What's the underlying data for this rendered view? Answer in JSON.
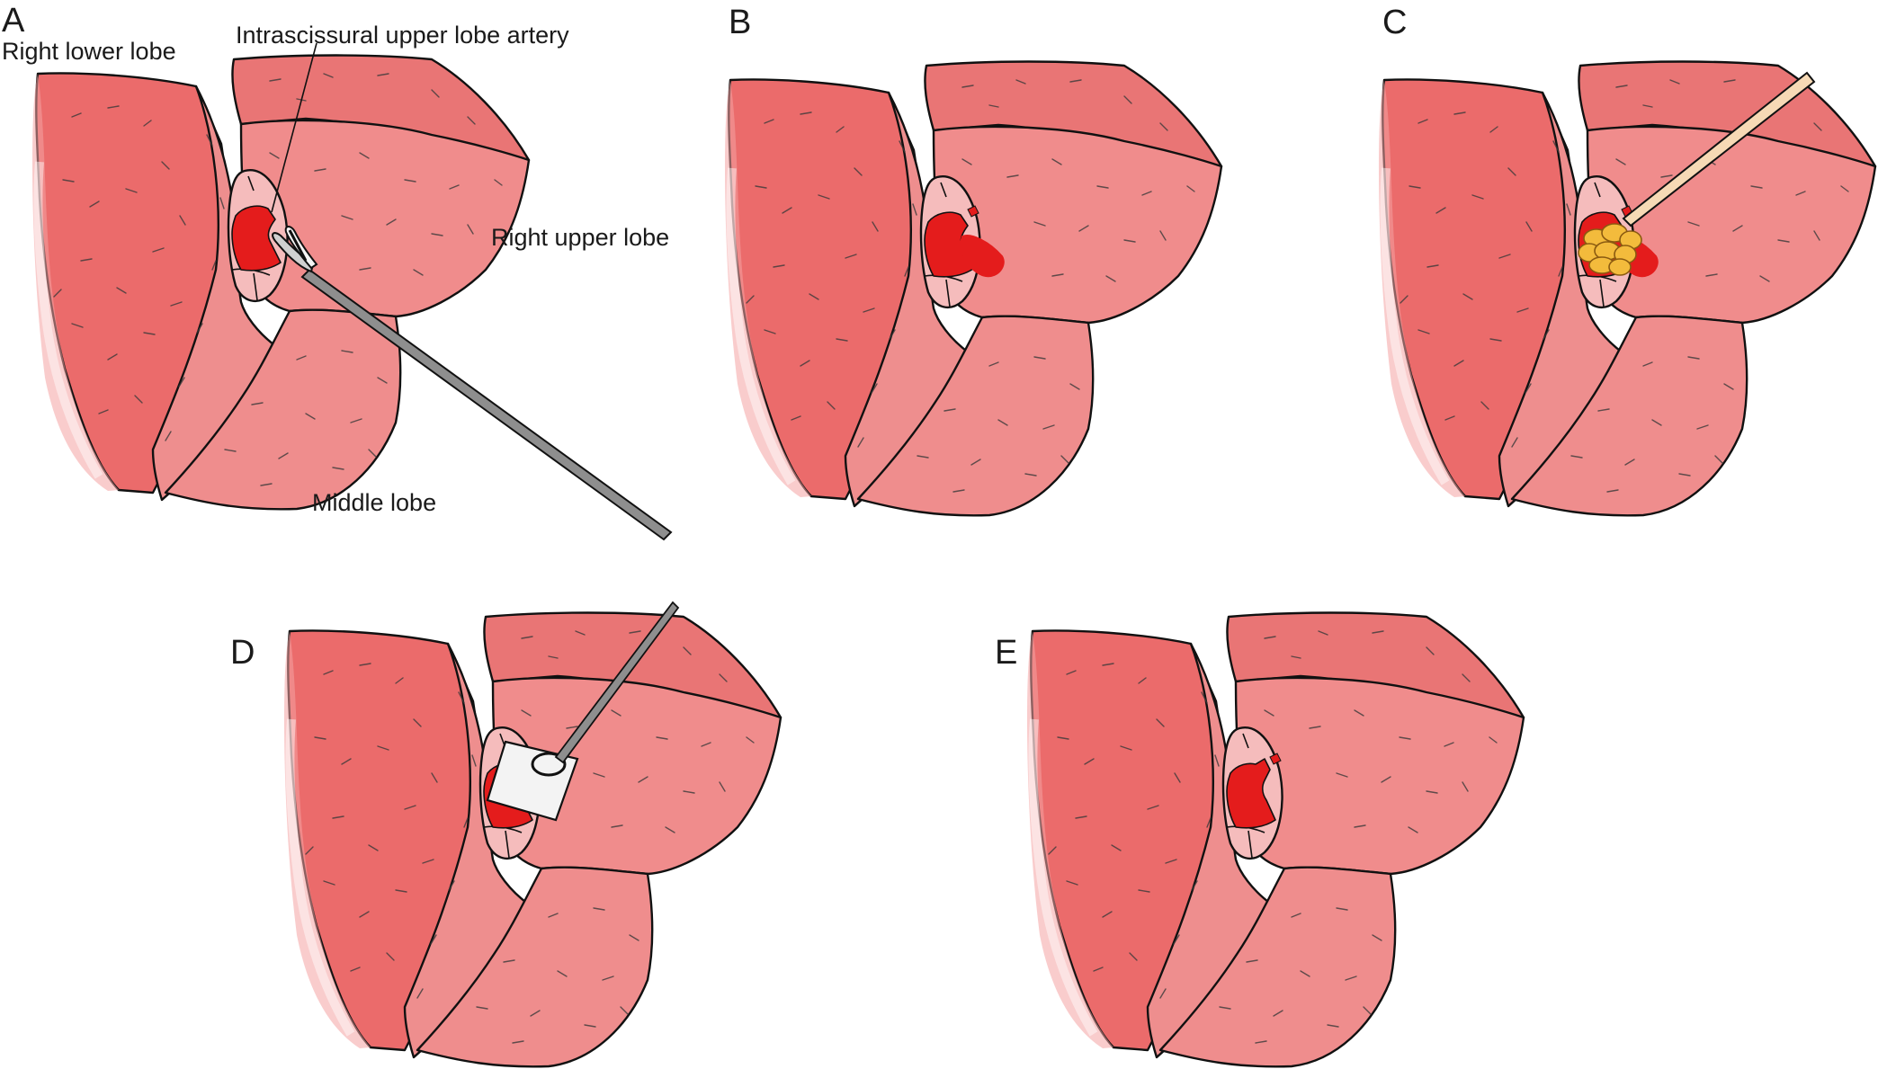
{
  "figure": {
    "labels": {
      "right_lower_lobe": "Right lower lobe",
      "intrascissural_artery": "Intrascissural upper lobe artery",
      "right_upper_lobe": "Right upper lobe",
      "middle_lobe": "Middle lobe"
    },
    "panels": [
      {
        "letter": "A",
        "step": "instrument"
      },
      {
        "letter": "B",
        "step": "bleeding"
      },
      {
        "letter": "C",
        "step": "gauze"
      },
      {
        "letter": "D",
        "step": "patch"
      },
      {
        "letter": "E",
        "step": "repaired"
      }
    ],
    "colors": {
      "lower_lobe": "#eb6b6b",
      "fissure_face": "#ee8e8e",
      "upper_lobe_top": "#e97575",
      "upper_lobe_front": "#f08c8c",
      "middle_lobe": "#ef8d8d",
      "window": "#f5bcbc",
      "artery": "#e41c1c",
      "gauze": "#f3bb3c",
      "swab_stick": "#f6d9b5",
      "instrument": "#8e8e8e",
      "patch": "#f3f3f3"
    }
  }
}
